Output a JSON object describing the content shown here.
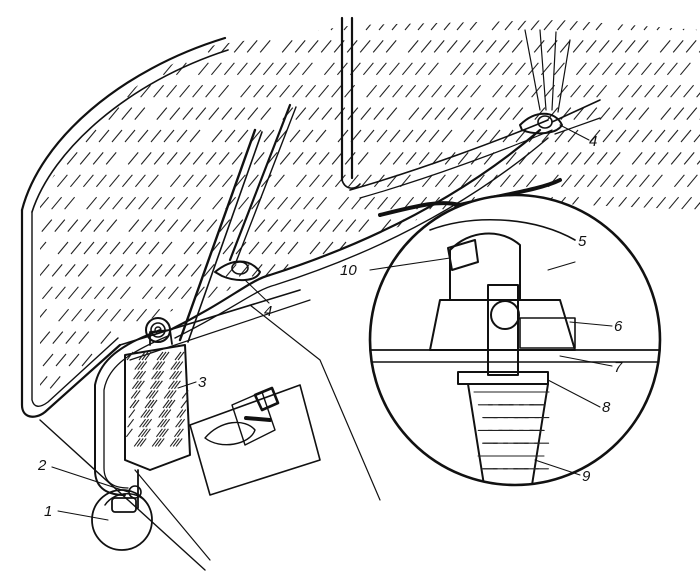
{
  "figure": {
    "callouts": [
      {
        "id": "1",
        "label": "1"
      },
      {
        "id": "2",
        "label": "2"
      },
      {
        "id": "3",
        "label": "3"
      },
      {
        "id": "4a",
        "label": "4"
      },
      {
        "id": "4b",
        "label": "4"
      },
      {
        "id": "5",
        "label": "5"
      },
      {
        "id": "6",
        "label": "6"
      },
      {
        "id": "7",
        "label": "7"
      },
      {
        "id": "8",
        "label": "8"
      },
      {
        "id": "9",
        "label": "9"
      },
      {
        "id": "10",
        "label": "10"
      }
    ]
  }
}
